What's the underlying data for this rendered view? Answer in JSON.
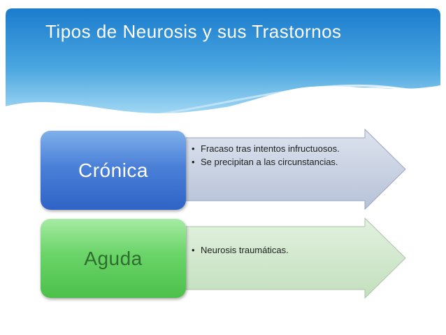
{
  "slide": {
    "title": "Tipos de Neurosis y sus Trastornos"
  },
  "rows": [
    {
      "label": "Crónica",
      "bullets": [
        "Fracaso tras intentos infructuosos.",
        "Se precipitan a las circunstancias."
      ]
    },
    {
      "label": "Aguda",
      "bullets": [
        "Neurosis traumáticas."
      ]
    }
  ],
  "colors": {
    "header_top": "#1e7fcf",
    "header_bottom": "#8fd0f2",
    "cronica_box": "#3f73d1",
    "cronica_arrow": "#c6cfe0",
    "aguda_box": "#5ecb5c",
    "aguda_arrow": "#cfe6cc"
  }
}
